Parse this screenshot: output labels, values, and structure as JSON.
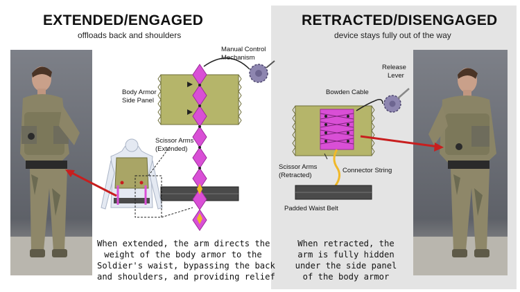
{
  "left": {
    "title": "EXTENDED/ENGAGED",
    "subtitle": "offloads back and shoulders",
    "labels": {
      "manual_control_1": "Manual Control",
      "manual_control_2": "Mechanism",
      "body_armor_1": "Body Armor",
      "body_armor_2": "Side Panel",
      "scissor_1": "Scissor Arms",
      "scissor_2": "(Extended)"
    },
    "caption": [
      "When extended, the arm directs the",
      "weight of the body armor to the",
      "Soldier's waist, bypassing the back",
      "and shoulders, and providing relief"
    ]
  },
  "right": {
    "title": "RETRACTED/DISENGAGED",
    "subtitle": "device stays fully out of the way",
    "labels": {
      "release_1": "Release",
      "release_2": "Lever",
      "bowden": "Bowden Cable",
      "scissor_1": "Scissor Arms",
      "scissor_2": "(Retracted)",
      "connector": "Connector String",
      "waist_belt": "Padded Waist Belt"
    },
    "caption": [
      "When retracted, the",
      "arm is fully hidden",
      "under the side panel",
      "of the body armor"
    ]
  },
  "colors": {
    "scissor": "#d94fd6",
    "scissor_stroke": "#9a2c98",
    "armor_panel": "#b5b56a",
    "belt": "#4a4a4a",
    "arrow": "#c81e1e",
    "connector": "#f0b829",
    "right_panel_bg": "#e4e4e4"
  }
}
